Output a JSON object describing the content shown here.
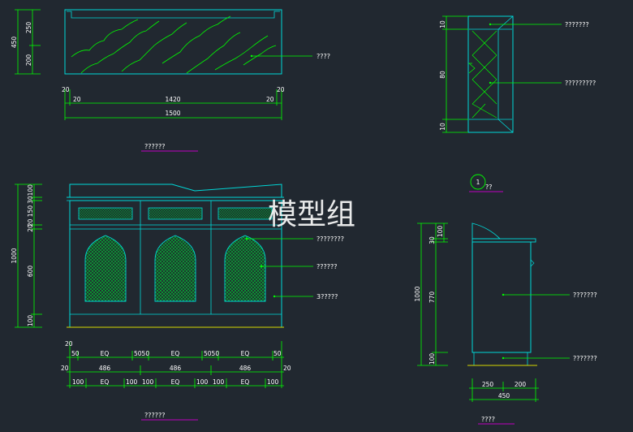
{
  "colors": {
    "background": "#212830",
    "outline": "#00d8d8",
    "dimension": "#00ff00",
    "text": "#ffffff",
    "underline": "#c000c0",
    "grille": "#00cc33",
    "floor": "#d8d800"
  },
  "watermark": "模型组",
  "top_view": {
    "label": "????",
    "dims_v": [
      "450",
      "250",
      "200"
    ],
    "dims_h_top": [
      "20",
      "20",
      "1420",
      "20",
      "20"
    ],
    "dim_total": "1500",
    "title": "??????"
  },
  "section_detail": {
    "dims_v": [
      "10",
      "80",
      "10"
    ],
    "labels": [
      "???????",
      "?????????"
    ],
    "marker_number": "1",
    "marker_text": "??"
  },
  "front_elevation": {
    "dims_v_left": [
      "1000",
      "30100",
      "20 150",
      "20",
      "600",
      "100"
    ],
    "labels": [
      "????????",
      "??????",
      "3?????"
    ],
    "row1": [
      "20",
      "50",
      "EQ",
      "5050",
      "EQ",
      "5050",
      "EQ",
      "50"
    ],
    "row2": [
      "20",
      "486",
      "486",
      "486",
      "20"
    ],
    "row3": [
      "100",
      "EQ",
      "100",
      "100",
      "EQ",
      "100",
      "100",
      "EQ",
      "100"
    ],
    "title": "??????"
  },
  "side_elevation": {
    "dims_v": [
      "1000",
      "30",
      "100",
      "770",
      "100"
    ],
    "labels": [
      "???????",
      "???????"
    ],
    "dims_h": [
      "250",
      "200"
    ],
    "dim_total": "450",
    "title": "????"
  }
}
